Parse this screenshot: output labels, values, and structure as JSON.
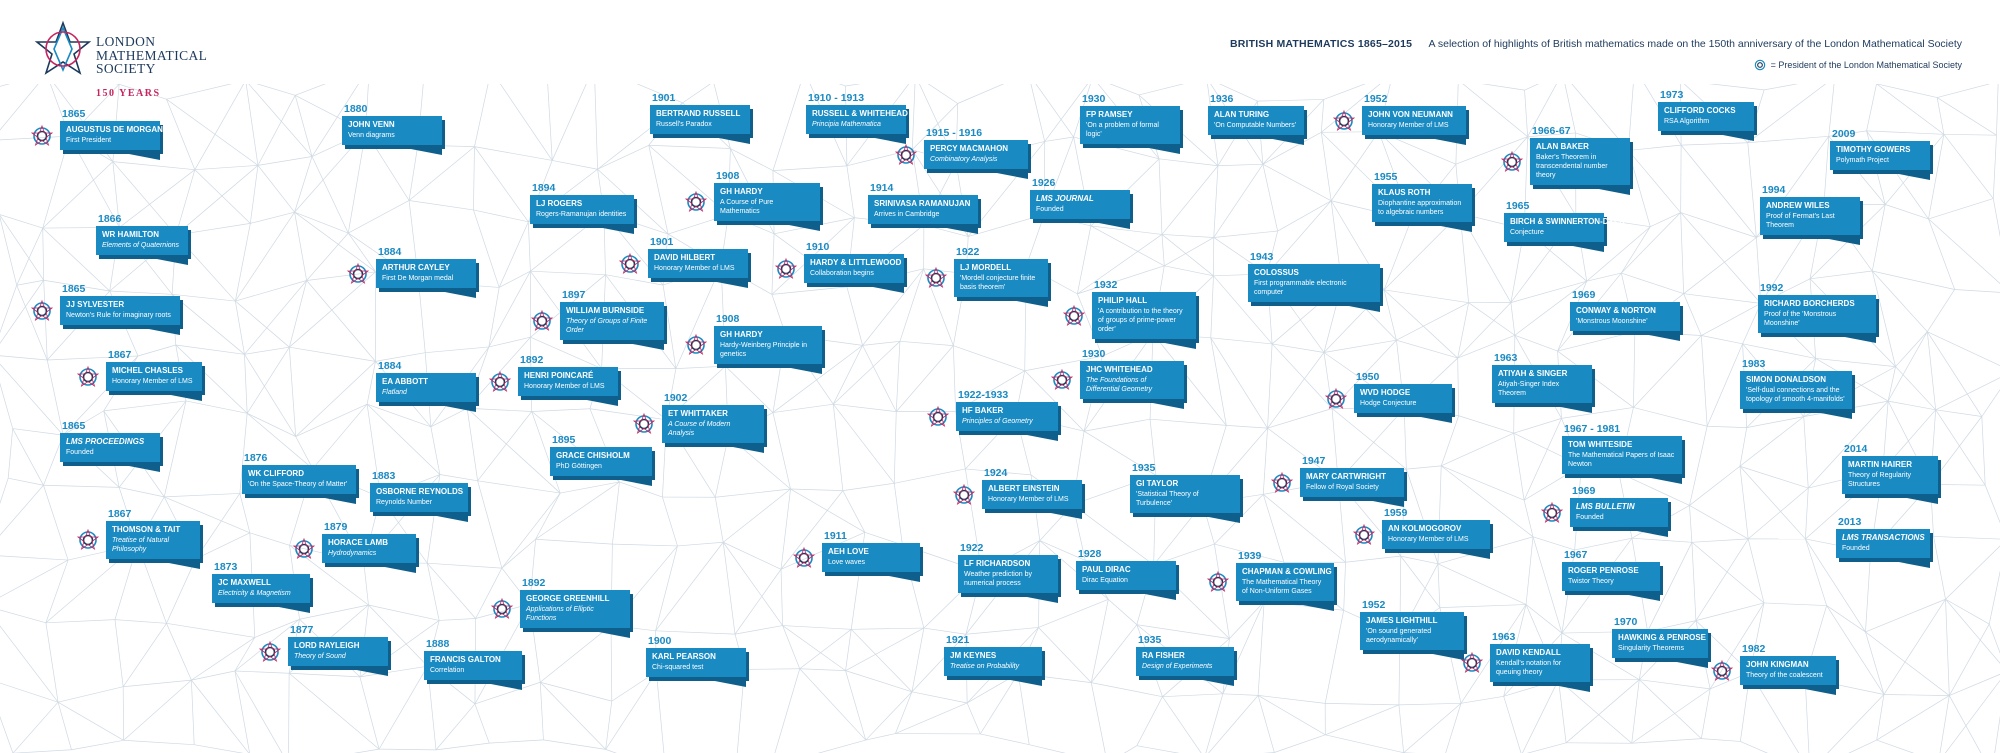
{
  "logo": {
    "name_lines": [
      "LONDON",
      "MATHEMATICAL",
      "SOCIETY"
    ],
    "years": "150 YEARS",
    "icon": "lms-star-logo-icon"
  },
  "header": {
    "title": "BRITISH MATHEMATICS 1865–2015",
    "subtitle": "A selection of highlights of British mathematics made on the 150th anniversary of the London Mathematical Society",
    "legend": "= President of the London Mathematical Society",
    "legend_icon": "president-star-icon"
  },
  "colors": {
    "card": "#1a8ac3",
    "card_shadow": "#0e5f8b",
    "year": "#1a8ac3",
    "text": "#1d3a5c",
    "accent": "#c7245e"
  },
  "entries": [
    {
      "year": "1865",
      "name": "AUGUSTUS DE MORGAN",
      "desc": "First President",
      "president": true
    },
    {
      "year": "1866",
      "name": "WR HAMILTON",
      "desc": "Elements of Quaternions",
      "italic": true
    },
    {
      "year": "1865",
      "name": "JJ SYLVESTER",
      "desc": "Newton's Rule for imaginary roots",
      "president": true
    },
    {
      "year": "1867",
      "name": "MICHEL CHASLES",
      "desc": "Honorary Member of LMS",
      "president": true
    },
    {
      "year": "1865",
      "name": "LMS PROCEEDINGS",
      "desc": "Founded",
      "nameItalic": true
    },
    {
      "year": "1867",
      "name": "THOMSON & TAIT",
      "desc": "Treatise of Natural Philosophy",
      "italic": true,
      "president": true
    },
    {
      "year": "1873",
      "name": "JC MAXWELL",
      "desc": "Electricity & Magnetism",
      "italic": true
    },
    {
      "year": "1877",
      "name": "LORD RAYLEIGH",
      "desc": "Theory of Sound",
      "italic": true,
      "president": true
    },
    {
      "year": "1876",
      "name": "WK CLIFFORD",
      "desc": "'On the Space-Theory of Matter'"
    },
    {
      "year": "1879",
      "name": "HORACE LAMB",
      "desc": "Hydrodynamics",
      "italic": true,
      "president": true
    },
    {
      "year": "1880",
      "name": "JOHN VENN",
      "desc": "Venn diagrams"
    },
    {
      "year": "1884",
      "name": "ARTHUR CAYLEY",
      "desc": "First De Morgan medal",
      "president": true
    },
    {
      "year": "1884",
      "name": "EA ABBOTT",
      "desc": "Flatland",
      "italic": true
    },
    {
      "year": "1883",
      "name": "OSBORNE REYNOLDS",
      "desc": "Reynolds Number"
    },
    {
      "year": "1888",
      "name": "FRANCIS GALTON",
      "desc": "Correlation"
    },
    {
      "year": "1894",
      "name": "LJ ROGERS",
      "desc": "Rogers-Ramanujan identities"
    },
    {
      "year": "1897",
      "name": "WILLIAM BURNSIDE",
      "desc": "Theory of Groups of Finite Order",
      "italic": true,
      "president": true
    },
    {
      "year": "1892",
      "name": "HENRI POINCARÉ",
      "desc": "Honorary Member of LMS",
      "president": true
    },
    {
      "year": "1895",
      "name": "GRACE CHISHOLM",
      "desc": "PhD Göttingen"
    },
    {
      "year": "1892",
      "name": "GEORGE GREENHILL",
      "desc": "Applications of Elliptic Functions",
      "italic": true,
      "president": true
    },
    {
      "year": "1901",
      "name": "BERTRAND RUSSELL",
      "desc": "Russell's Paradox"
    },
    {
      "year": "1908",
      "name": "GH HARDY",
      "desc": "A Course of Pure Mathematics",
      "president": true
    },
    {
      "year": "1901",
      "name": "DAVID HILBERT",
      "desc": "Honorary Member of LMS",
      "president": true
    },
    {
      "year": "1908",
      "name": "GH HARDY",
      "desc": "Hardy-Weinberg Principle in genetics",
      "president": true
    },
    {
      "year": "1902",
      "name": "ET WHITTAKER",
      "desc": "A Course of Modern Analysis",
      "italic": true,
      "president": true
    },
    {
      "year": "1900",
      "name": "KARL PEARSON",
      "desc": "Chi-squared test"
    },
    {
      "year": "1910 - 1913",
      "name": "RUSSELL & WHITEHEAD",
      "desc": "Principia Mathematica",
      "italic": true
    },
    {
      "year": "1914",
      "name": "SRINIVASA RAMANUJAN",
      "desc": "Arrives in Cambridge"
    },
    {
      "year": "1910",
      "name": "HARDY & LITTLEWOOD",
      "desc": "Collaboration begins",
      "president": true
    },
    {
      "year": "1911",
      "name": "AEH LOVE",
      "desc": "Love waves",
      "president": true
    },
    {
      "year": "1915 - 1916",
      "name": "PERCY MACMAHON",
      "desc": "Combinatory Analysis",
      "italic": true,
      "president": true
    },
    {
      "year": "1922",
      "name": "LJ MORDELL",
      "desc": "'Mordell conjecture finite basis theorem'",
      "president": true
    },
    {
      "year": "1922-1933",
      "name": "HF BAKER",
      "desc": "Principles of Geometry",
      "italic": true,
      "president": true
    },
    {
      "year": "1924",
      "name": "ALBERT EINSTEIN",
      "desc": "Honorary Member of LMS",
      "president": true
    },
    {
      "year": "1922",
      "name": "LF RICHARDSON",
      "desc": "Weather prediction by numerical process"
    },
    {
      "year": "1921",
      "name": "JM KEYNES",
      "desc": "Treatise on Probability",
      "italic": true
    },
    {
      "year": "1930",
      "name": "FP RAMSEY",
      "desc": "'On a problem of formal logic'"
    },
    {
      "year": "1926",
      "name": "LMS JOURNAL",
      "desc": "Founded",
      "nameItalic": true
    },
    {
      "year": "1932",
      "name": "PHILIP HALL",
      "desc": "'A contribution to the theory of groups of prime-power order'",
      "president": true
    },
    {
      "year": "1930",
      "name": "JHC WHITEHEAD",
      "desc": "The Foundations of Differential Geometry",
      "italic": true,
      "president": true
    },
    {
      "year": "1935",
      "name": "GI TAYLOR",
      "desc": "'Statistical Theory of Turbulence'"
    },
    {
      "year": "1928",
      "name": "PAUL DIRAC",
      "desc": "Dirac Equation"
    },
    {
      "year": "1935",
      "name": "RA FISHER",
      "desc": "Design of Experiments",
      "italic": true
    },
    {
      "year": "1936",
      "name": "ALAN TURING",
      "desc": "'On Computable Numbers'"
    },
    {
      "year": "1943",
      "name": "COLOSSUS",
      "desc": "First programmable electronic computer"
    },
    {
      "year": "1939",
      "name": "CHAPMAN & COWLING",
      "desc": "The Mathematical Theory of Non-Uniform Gases",
      "president": true
    },
    {
      "year": "1947",
      "name": "MARY CARTWRIGHT",
      "desc": "Fellow of Royal Society",
      "president": true
    },
    {
      "year": "1952",
      "name": "JOHN VON NEUMANN",
      "desc": "Honorary Member of LMS",
      "president": true
    },
    {
      "year": "1955",
      "name": "KLAUS ROTH",
      "desc": "Diophantine approximation to algebraic numbers"
    },
    {
      "year": "1950",
      "name": "WVD HODGE",
      "desc": "Hodge Conjecture",
      "president": true
    },
    {
      "year": "1959",
      "name": "AN KOLMOGOROV",
      "desc": "Honorary Member of LMS",
      "president": true
    },
    {
      "year": "1952",
      "name": "JAMES LIGHTHILL",
      "desc": "'On sound generated aerodynamically'"
    },
    {
      "year": "1963",
      "name": "DAVID KENDALL",
      "desc": "Kendall's notation for queuing theory",
      "president": true
    },
    {
      "year": "1966-67",
      "name": "ALAN BAKER",
      "desc": "Baker's Theorem in transcendental number theory",
      "president": true
    },
    {
      "year": "1965",
      "name": "BIRCH & SWINNERTON-DYER",
      "desc": "Conjecture"
    },
    {
      "year": "1969",
      "name": "CONWAY & NORTON",
      "desc": "'Monstrous Moonshine'"
    },
    {
      "year": "1963",
      "name": "ATIYAH & SINGER",
      "desc": "Atiyah-Singer Index Theorem"
    },
    {
      "year": "1967 - 1981",
      "name": "TOM WHITESIDE",
      "desc": "The Mathematical Papers of Isaac Newton"
    },
    {
      "year": "1969",
      "name": "LMS BULLETIN",
      "desc": "Founded",
      "nameItalic": true,
      "president": true
    },
    {
      "year": "1967",
      "name": "ROGER PENROSE",
      "desc": "Twistor Theory"
    },
    {
      "year": "1970",
      "name": "HAWKING & PENROSE",
      "desc": "Singularity Theorems"
    },
    {
      "year": "1973",
      "name": "CLIFFORD COCKS",
      "desc": "RSA Algorithm"
    },
    {
      "year": "1994",
      "name": "ANDREW WILES",
      "desc": "Proof of Fermat's Last Theorem"
    },
    {
      "year": "2009",
      "name": "TIMOTHY GOWERS",
      "desc": "Polymath Project"
    },
    {
      "year": "1992",
      "name": "RICHARD BORCHERDS",
      "desc": "Proof of the 'Monstrous Moonshine'"
    },
    {
      "year": "1983",
      "name": "SIMON DONALDSON",
      "desc": "'Self-dual connections and the topology of smooth 4-manifolds'"
    },
    {
      "year": "2014",
      "name": "MARTIN HAIRER",
      "desc": "Theory of Regularity Structures"
    },
    {
      "year": "2013",
      "name": "LMS TRANSACTIONS",
      "desc": "Founded",
      "nameItalic": true
    },
    {
      "year": "1982",
      "name": "JOHN KINGMAN",
      "desc": "Theory of the coalescent",
      "president": true
    }
  ]
}
